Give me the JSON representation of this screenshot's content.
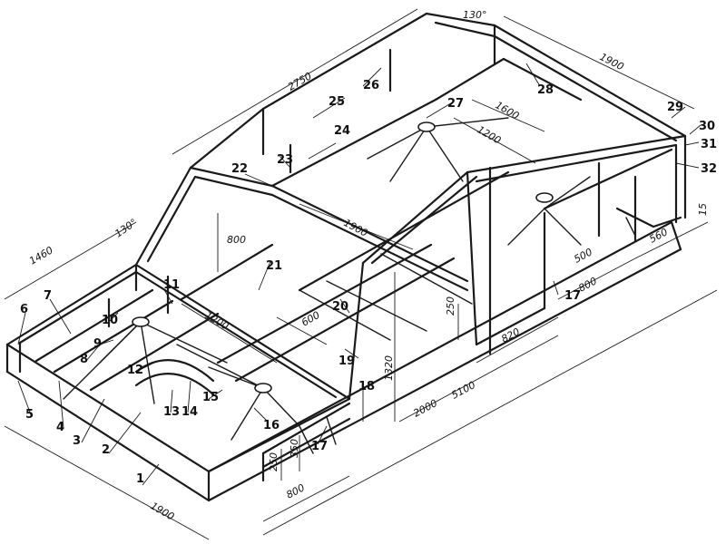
{
  "drawing": {
    "part_labels": [
      "1",
      "2",
      "3",
      "4",
      "5",
      "6",
      "7",
      "8",
      "9",
      "10",
      "11",
      "12",
      "13",
      "14",
      "15",
      "16",
      "17",
      "17",
      "18",
      "19",
      "20",
      "21",
      "22",
      "23",
      "24",
      "25",
      "26",
      "27",
      "28",
      "29",
      "30",
      "31",
      "32"
    ],
    "dimensions": {
      "roof_length": "2750",
      "rear_width": "1900",
      "rear_angle": "130°",
      "front_angle": "130°",
      "front_length": "1460",
      "front_height": "800",
      "front_width": "1900",
      "front_track": "1200",
      "front_inner": "600",
      "rear_track": "1200",
      "rear_inner": "1600",
      "cabin_width": "1900",
      "tail_length": "560",
      "tail_height": "15",
      "rear_offset": "800",
      "rear_post": "500",
      "mid_span": "820",
      "mid_height": "250",
      "cabin_height": "1320",
      "cabin_length": "2000",
      "overall_length": "5100",
      "front_overhang": "800",
      "sill_height": "250",
      "sill_height_b": "350"
    }
  }
}
